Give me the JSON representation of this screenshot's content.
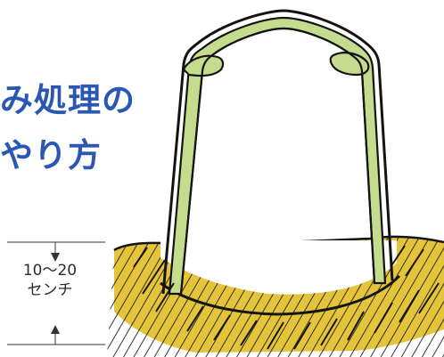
{
  "title": {
    "line1": "み処理の",
    "line2": "やり方"
  },
  "depth": {
    "value": "10〜20",
    "unit": "センチ"
  },
  "colors": {
    "title_blue": "#2a57b3",
    "container_fill": "#c5dc8f",
    "soil_yellow": "#e4c43a",
    "outline": "#141414"
  }
}
